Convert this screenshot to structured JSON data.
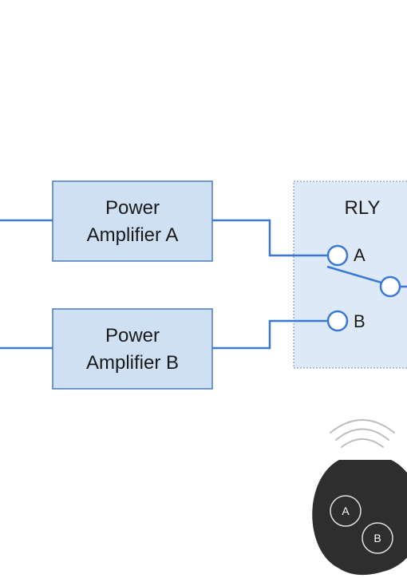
{
  "diagram": {
    "amplifier_a": {
      "line1": "Power",
      "line2": "Amplifier A"
    },
    "amplifier_b": {
      "line1": "Power",
      "line2": "Amplifier B"
    },
    "relay": {
      "title": "RLY",
      "port_a": "A",
      "port_b": "B"
    },
    "remote": {
      "button_a": "A",
      "button_b": "B"
    }
  },
  "colors": {
    "wire": "#3a78d8",
    "box_fill": "#cfe0f3",
    "box_border": "#4a7ab8",
    "relay_fill": "#dde9f6",
    "relay_border": "#6b8fc0",
    "remote_body": "#2e2e2e",
    "signal_arcs": "#bdbdbd"
  }
}
